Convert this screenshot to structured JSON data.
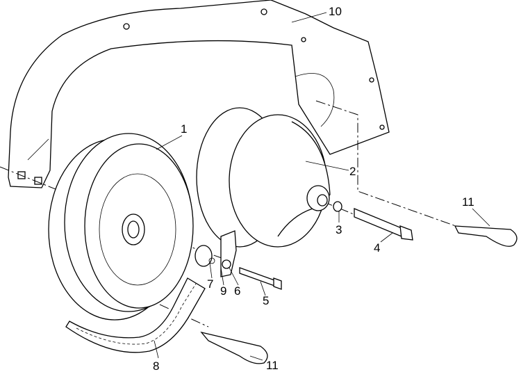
{
  "title": "Drive belt assembly exploded view",
  "callouts": [
    {
      "id": "1",
      "label": "1"
    },
    {
      "id": "2",
      "label": "2"
    },
    {
      "id": "3",
      "label": "3"
    },
    {
      "id": "4",
      "label": "4"
    },
    {
      "id": "5",
      "label": "5"
    },
    {
      "id": "6",
      "label": "6"
    },
    {
      "id": "7",
      "label": "7"
    },
    {
      "id": "8",
      "label": "8"
    },
    {
      "id": "9",
      "label": "9"
    },
    {
      "id": "10",
      "label": "10"
    },
    {
      "id": "11a",
      "label": "11"
    },
    {
      "id": "11b",
      "label": "11"
    }
  ]
}
